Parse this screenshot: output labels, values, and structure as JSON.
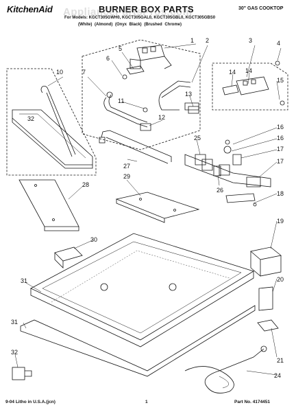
{
  "header": {
    "brand": "KitchenAid",
    "title": "BURNER BOX PARTS",
    "subtitle": "30\" GAS COOKTOP",
    "models": "For Models: KGCT305GWH0, KGCT305GAL0, KGCT305GBL0, KGCT305GBS0",
    "colors": "(White)   (Almond)   (Onyx Black)   (Brushed Chrome)",
    "watermark": "AppliancePartsPros.com"
  },
  "callouts": [
    "1",
    "2",
    "3",
    "4",
    "5",
    "6",
    "7",
    "10",
    "11",
    "12",
    "13",
    "14",
    "14",
    "15",
    "16",
    "16",
    "17",
    "17",
    "18",
    "19",
    "20",
    "21",
    "24",
    "25",
    "26",
    "27",
    "28",
    "29",
    "30",
    "31",
    "31",
    "32",
    "32"
  ],
  "footer": {
    "left": "9-04 Litho in U.S.A.(jcn)",
    "center": "1",
    "right": "Part No. 4174451"
  }
}
